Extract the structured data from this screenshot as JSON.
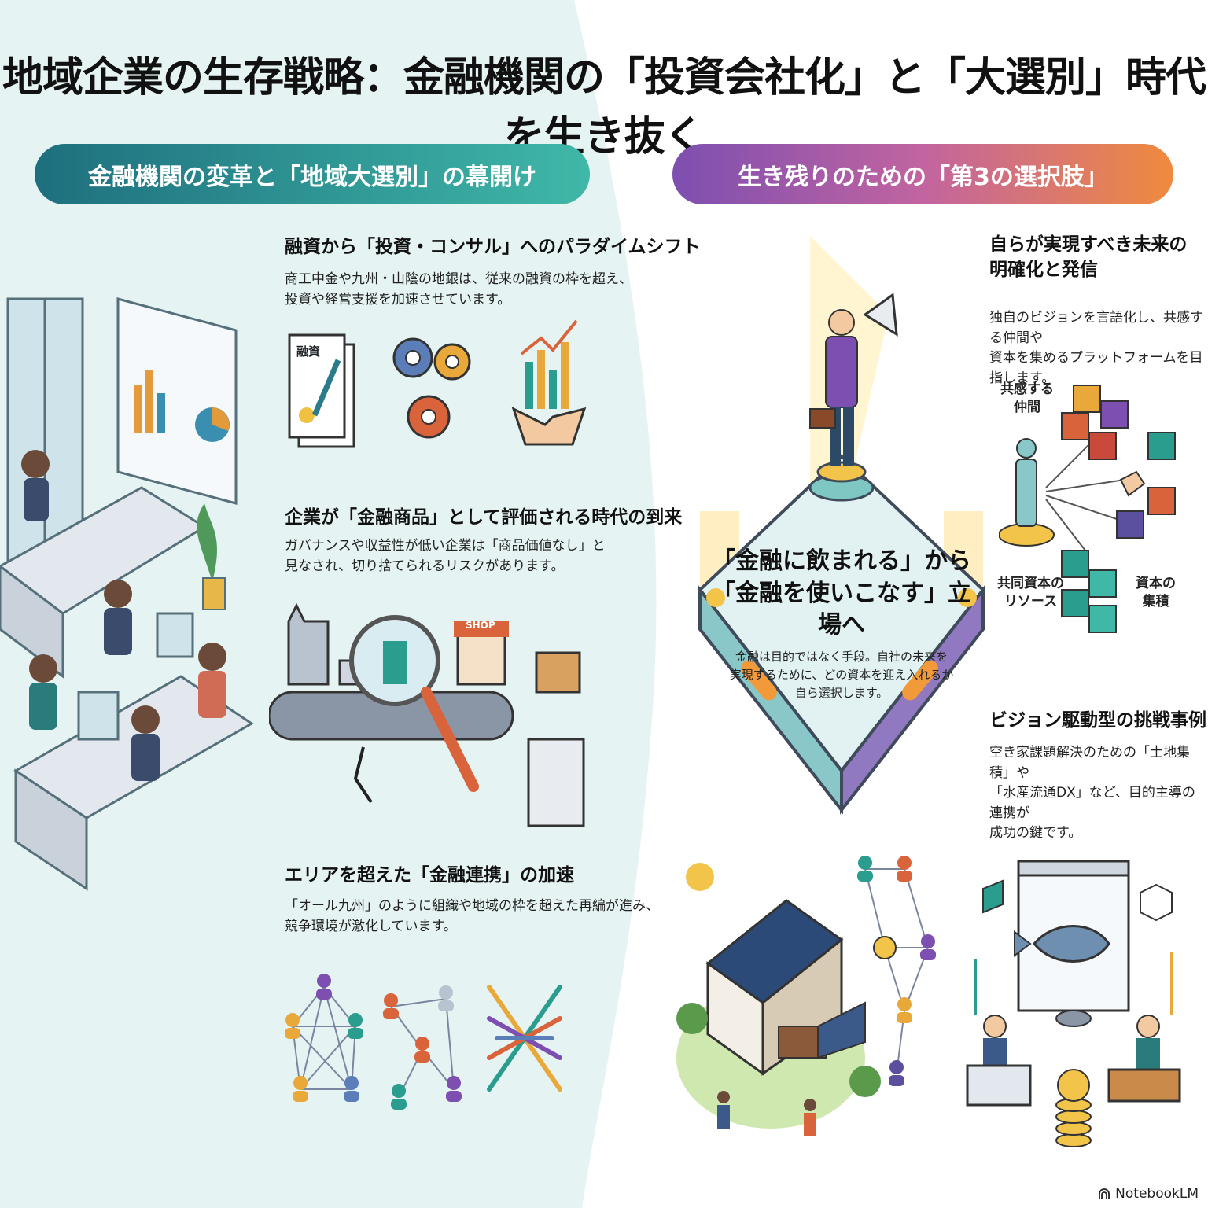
{
  "title": "地域企業の生存戦略：金融機関の「投資会社化」と「大選別」時代を生き抜く",
  "left": {
    "header": "金融機関の変革と「地域大選別」の幕開け",
    "sections": [
      {
        "heading": "融資から「投資・コンサル」へのパラダイムシフト",
        "body_lines": [
          "商工中金や九州・山陰の地銀は、従来の融資の枠を超え、",
          "投資や経営支援を加速させています。"
        ],
        "doc_label": "融資"
      },
      {
        "heading": "企業が「金融商品」として評価される時代の到来",
        "body_lines": [
          "ガバナンスや収益性が低い企業は「商品価値なし」と",
          "見なされ、切り捨てられるリスクがあります。"
        ],
        "shop_label": "SHOP"
      },
      {
        "heading": "エリアを超えた「金融連携」の加速",
        "body_lines": [
          "「オール九州」のように組織や地域の枠を超えた再編が進み、",
          "競争環境が激化しています。"
        ]
      }
    ]
  },
  "right": {
    "header": "生き残りのための「第3の選択肢」",
    "vision": {
      "heading_lines": [
        "自らが実現すべき未来の",
        "明確化と発信"
      ],
      "body_lines": [
        "独自のビジョンを言語化し、共感する仲間や",
        "資本を集めるプラットフォームを目指します。"
      ]
    },
    "platform": {
      "heading_lines": [
        "「金融に飲まれる」から",
        "「金融を使いこなす」立場へ"
      ],
      "body_lines": [
        "金融は目的ではなく手段。自社の未来を",
        "実現するために、どの資本を迎え入れるか",
        "自ら選択します。"
      ]
    },
    "network_labels": {
      "sympathy": [
        "共感する",
        "仲間"
      ],
      "shared": [
        "共同資本の",
        "リソース"
      ],
      "capital": [
        "資本の",
        "集積"
      ]
    },
    "cases": {
      "heading": "ビジョン駆動型の挑戦事例",
      "body_lines": [
        "空き家課題解決のための「土地集積」や",
        "「水産流通DX」など、目的主導の連携が",
        "成功の鍵です。"
      ]
    }
  },
  "watermark": "NotebookLM",
  "colors": {
    "teal": "#2a9d8f",
    "purple": "#7d4fb0",
    "orange": "#f08a3e",
    "bg_left": "#e6f3f3"
  }
}
